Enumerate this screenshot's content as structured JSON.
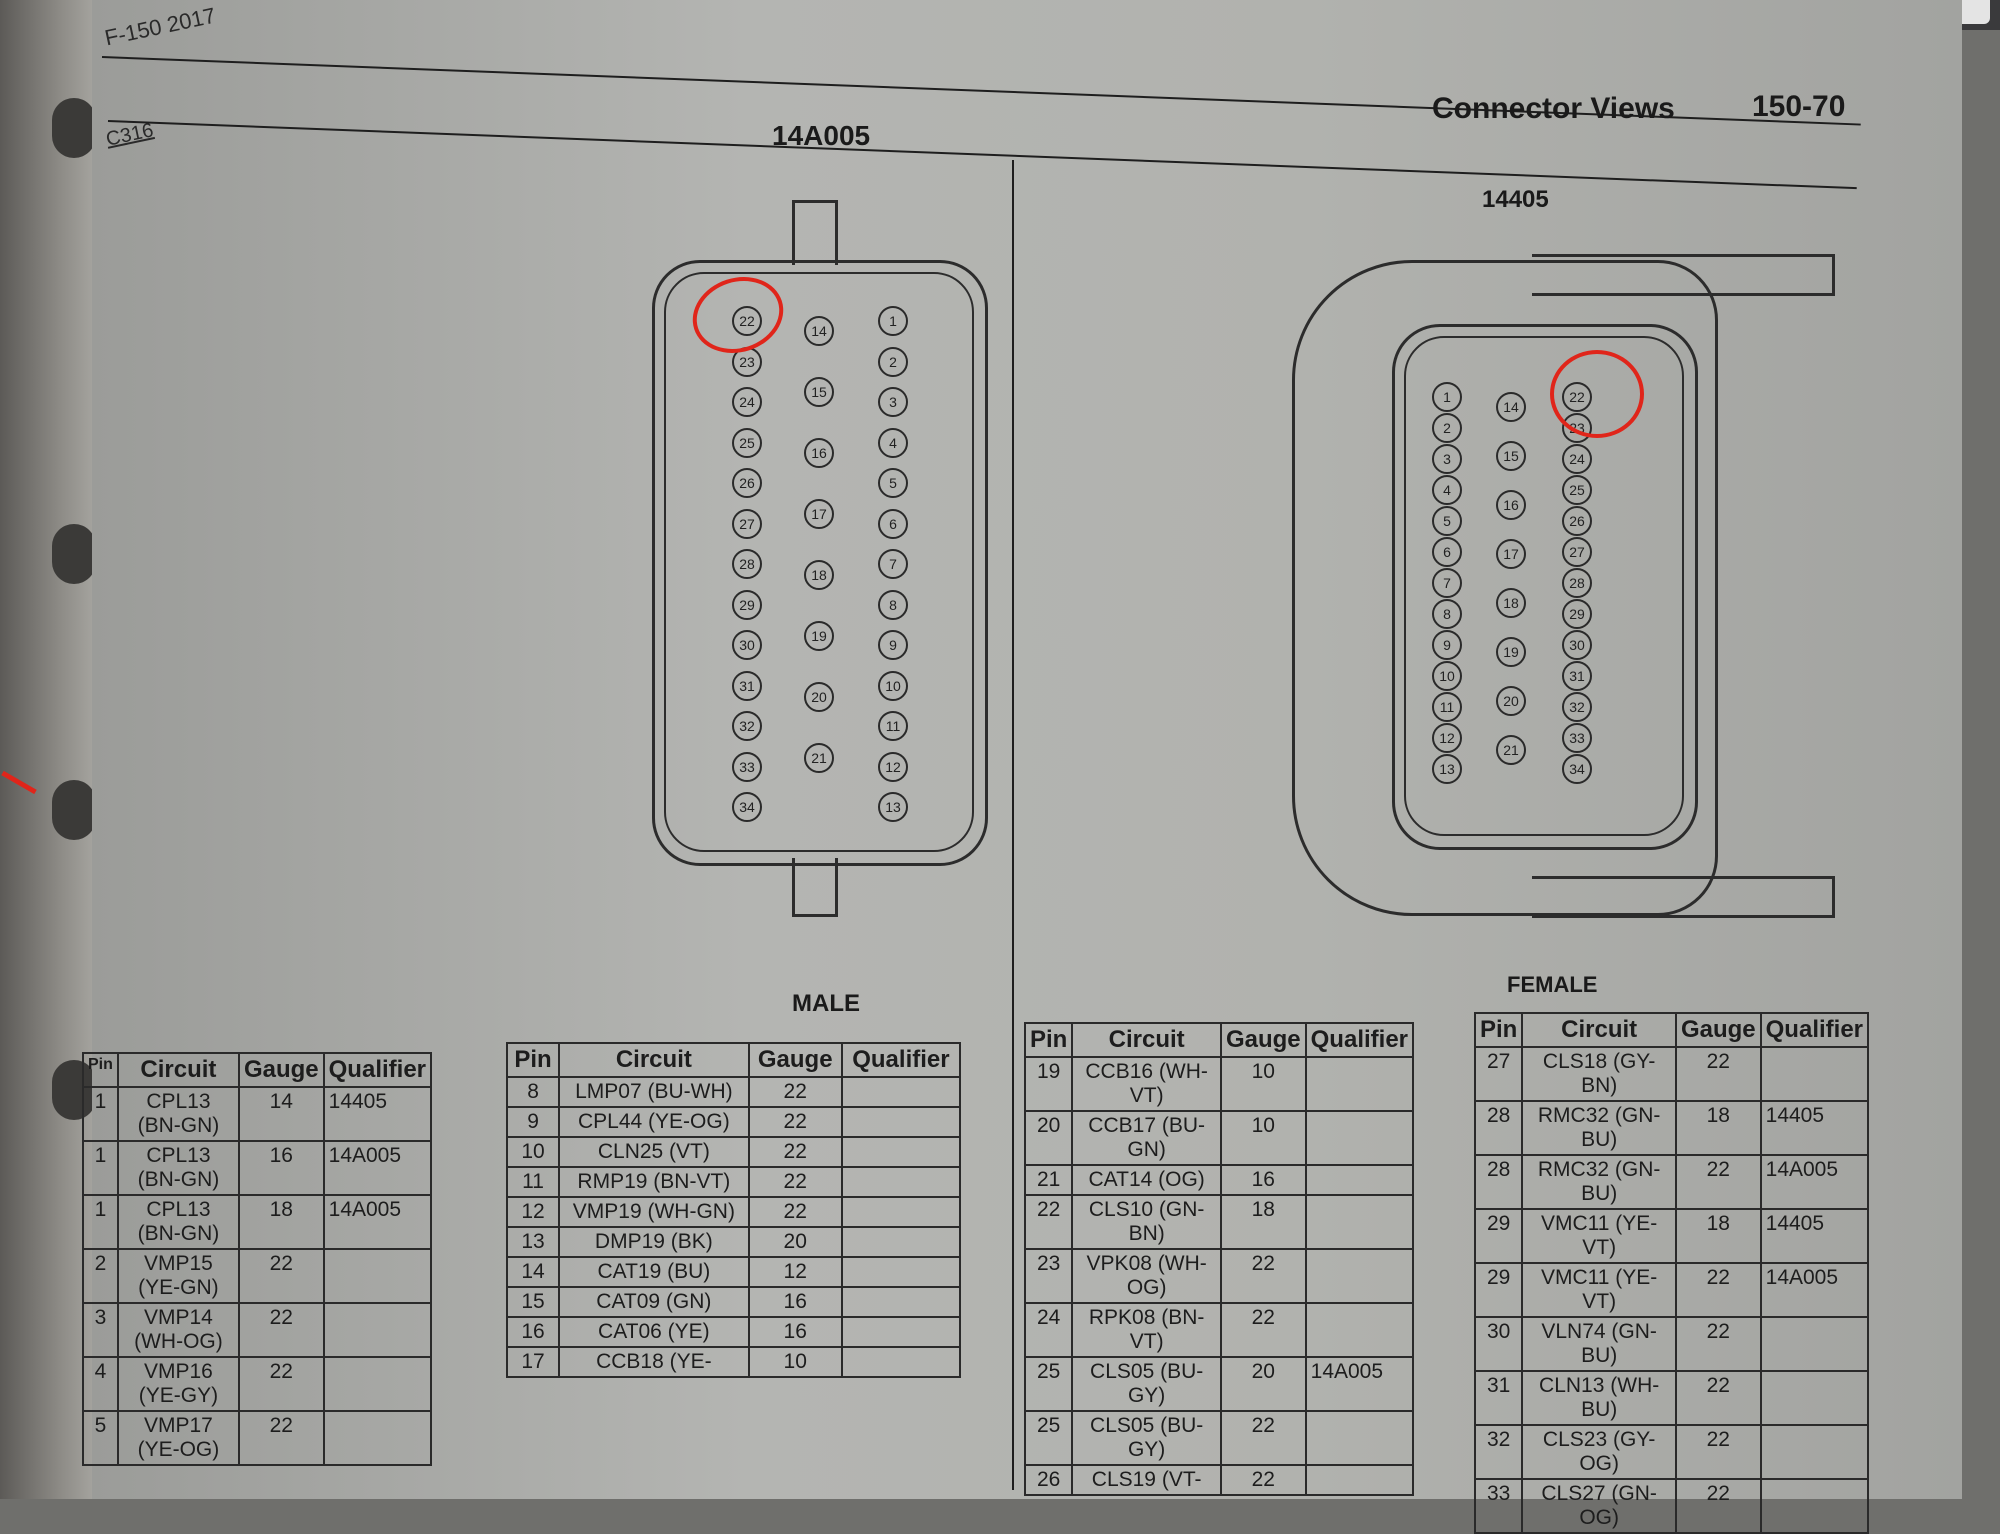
{
  "book": {
    "running_title": "F-150 2017",
    "section": "Connector Views",
    "page": "150-70",
    "connector_id": "C316"
  },
  "male": {
    "part": "14A005",
    "label": "MALE",
    "col_a": [
      "22",
      "23",
      "24",
      "25",
      "26",
      "27",
      "28",
      "29",
      "30",
      "31",
      "32",
      "33",
      "34"
    ],
    "col_b": [
      "14",
      "15",
      "16",
      "17",
      "18",
      "19",
      "20",
      "21"
    ],
    "col_c": [
      "1",
      "2",
      "3",
      "4",
      "5",
      "6",
      "7",
      "8",
      "9",
      "10",
      "11",
      "12",
      "13"
    ]
  },
  "female": {
    "part": "14405",
    "label": "FEMALE",
    "col_a": [
      "1",
      "2",
      "3",
      "4",
      "5",
      "6",
      "7",
      "8",
      "9",
      "10",
      "11",
      "12",
      "13"
    ],
    "col_b": [
      "14",
      "15",
      "16",
      "17",
      "18",
      "19",
      "20",
      "21"
    ],
    "col_c": [
      "22",
      "23",
      "24",
      "25",
      "26",
      "27",
      "28",
      "29",
      "30",
      "31",
      "32",
      "33",
      "34"
    ]
  },
  "headers": {
    "pin": "Pin",
    "circuit": "Circuit",
    "gauge": "Gauge",
    "qualifier": "Qualifier"
  },
  "table1": [
    {
      "pin": "1",
      "circuit": "CPL13 (BN-GN)",
      "gauge": "14",
      "qualifier": "14405"
    },
    {
      "pin": "1",
      "circuit": "CPL13 (BN-GN)",
      "gauge": "16",
      "qualifier": "14A005"
    },
    {
      "pin": "1",
      "circuit": "CPL13 (BN-GN)",
      "gauge": "18",
      "qualifier": "14A005"
    },
    {
      "pin": "2",
      "circuit": "VMP15 (YE-GN)",
      "gauge": "22",
      "qualifier": ""
    },
    {
      "pin": "3",
      "circuit": "VMP14 (WH-OG)",
      "gauge": "22",
      "qualifier": ""
    },
    {
      "pin": "4",
      "circuit": "VMP16 (YE-GY)",
      "gauge": "22",
      "qualifier": ""
    },
    {
      "pin": "5",
      "circuit": "VMP17 (YE-OG)",
      "gauge": "22",
      "qualifier": ""
    }
  ],
  "table2": [
    {
      "pin": "8",
      "circuit": "LMP07 (BU-WH)",
      "gauge": "22",
      "qualifier": ""
    },
    {
      "pin": "9",
      "circuit": "CPL44 (YE-OG)",
      "gauge": "22",
      "qualifier": ""
    },
    {
      "pin": "10",
      "circuit": "CLN25 (VT)",
      "gauge": "22",
      "qualifier": ""
    },
    {
      "pin": "11",
      "circuit": "RMP19 (BN-VT)",
      "gauge": "22",
      "qualifier": ""
    },
    {
      "pin": "12",
      "circuit": "VMP19 (WH-GN)",
      "gauge": "22",
      "qualifier": ""
    },
    {
      "pin": "13",
      "circuit": "DMP19 (BK)",
      "gauge": "20",
      "qualifier": ""
    },
    {
      "pin": "14",
      "circuit": "CAT19 (BU)",
      "gauge": "12",
      "qualifier": ""
    },
    {
      "pin": "15",
      "circuit": "CAT09 (GN)",
      "gauge": "16",
      "qualifier": ""
    },
    {
      "pin": "16",
      "circuit": "CAT06 (YE)",
      "gauge": "16",
      "qualifier": ""
    },
    {
      "pin": "17",
      "circuit": "CCB18 (YE-",
      "gauge": "10",
      "qualifier": ""
    }
  ],
  "table3": [
    {
      "pin": "19",
      "circuit": "CCB16 (WH-VT)",
      "gauge": "10",
      "qualifier": ""
    },
    {
      "pin": "20",
      "circuit": "CCB17 (BU-GN)",
      "gauge": "10",
      "qualifier": ""
    },
    {
      "pin": "21",
      "circuit": "CAT14 (OG)",
      "gauge": "16",
      "qualifier": ""
    },
    {
      "pin": "22",
      "circuit": "CLS10 (GN-BN)",
      "gauge": "18",
      "qualifier": ""
    },
    {
      "pin": "23",
      "circuit": "VPK08 (WH-OG)",
      "gauge": "22",
      "qualifier": ""
    },
    {
      "pin": "24",
      "circuit": "RPK08 (BN-VT)",
      "gauge": "22",
      "qualifier": ""
    },
    {
      "pin": "25",
      "circuit": "CLS05 (BU-GY)",
      "gauge": "20",
      "qualifier": "14A005"
    },
    {
      "pin": "25",
      "circuit": "CLS05 (BU-GY)",
      "gauge": "22",
      "qualifier": ""
    },
    {
      "pin": "26",
      "circuit": "CLS19 (VT-",
      "gauge": "22",
      "qualifier": ""
    }
  ],
  "table4": [
    {
      "pin": "27",
      "circuit": "CLS18 (GY-BN)",
      "gauge": "22",
      "qualifier": ""
    },
    {
      "pin": "28",
      "circuit": "RMC32 (GN-BU)",
      "gauge": "18",
      "qualifier": "14405"
    },
    {
      "pin": "28",
      "circuit": "RMC32 (GN-BU)",
      "gauge": "22",
      "qualifier": "14A005"
    },
    {
      "pin": "29",
      "circuit": "VMC11 (YE-VT)",
      "gauge": "18",
      "qualifier": "14405"
    },
    {
      "pin": "29",
      "circuit": "VMC11 (YE-VT)",
      "gauge": "22",
      "qualifier": "14A005"
    },
    {
      "pin": "30",
      "circuit": "VLN74 (GN-BU)",
      "gauge": "22",
      "qualifier": ""
    },
    {
      "pin": "31",
      "circuit": "CLN13 (WH-BU)",
      "gauge": "22",
      "qualifier": ""
    },
    {
      "pin": "32",
      "circuit": "CLS23 (GY-OG)",
      "gauge": "22",
      "qualifier": ""
    },
    {
      "pin": "33",
      "circuit": "CLS27 (GN-OG)",
      "gauge": "22",
      "qualifier": ""
    }
  ],
  "annotation": {
    "color": "#e0251a",
    "marked_pin": "22"
  }
}
